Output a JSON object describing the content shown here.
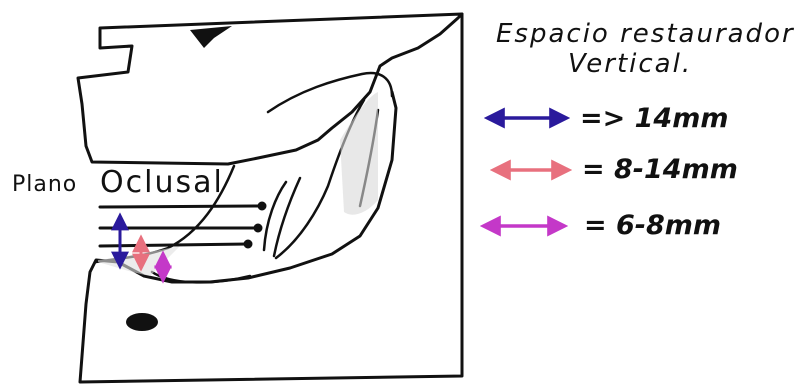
{
  "diagram": {
    "plane_label": "Plano",
    "plane_label_2": "Oclusal",
    "legend_title_line1": "Espacio restaurador",
    "legend_title_line2": "Vertical.",
    "legend": [
      {
        "value": "=> 14mm",
        "color": "#2a1a9c"
      },
      {
        "value": "= 8-14mm",
        "color": "#e8707e"
      },
      {
        "value": "= 6-8mm",
        "color": "#c438c8"
      }
    ]
  }
}
